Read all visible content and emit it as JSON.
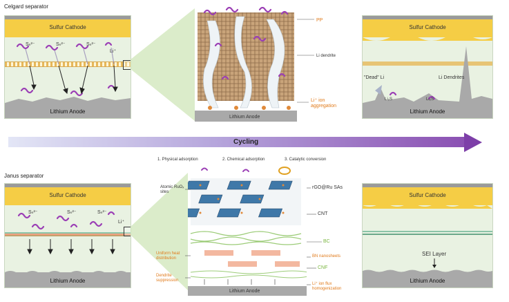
{
  "top": {
    "title": "Celgard separator",
    "left_panel": {
      "cathode": "Sulfur Cathode",
      "anode": "Lithium Anode",
      "li_ion": "Li⁺",
      "polysulfide": "Sₙ²⁻"
    },
    "zoom_labels": {
      "pp": "PP",
      "li_dendrite": "Li dendrite",
      "li_ion_aggregation": "Li⁺ ion aggregation",
      "anode": "Lithium Anode"
    },
    "right_panel": {
      "cathode": "Sulfur Cathode",
      "anode": "Lithium Anode",
      "dead_li": "\"Dead\" Li",
      "li_dendrites": "Li Dendrites",
      "li2s": "Li₂S"
    }
  },
  "cycling": "Cycling",
  "bottom": {
    "title": "Janus separator",
    "left_panel": {
      "cathode": "Sulfur Cathode",
      "anode": "Lithium Anode",
      "li_ion": "Li⁺",
      "polysulfide": "Sₙ²⁻"
    },
    "mechanisms": [
      "1. Physical adsorption",
      "2. Chemical adsorption",
      "3. Catalytic conversion"
    ],
    "zoom_labels": {
      "atomic_ru": "Atomic RuOₓ sites",
      "rgo_ru": "rGO@Ru SAs",
      "cnt": "CNT",
      "bc": "BC",
      "bn_nanosheets": "BN nanosheets",
      "cnf": "CNF",
      "uniform_heat": "Uniform heat distribution",
      "dendrite_suppression": "Dendrite suppression",
      "li_ion_flux": "Li⁺ ion flux homogenization",
      "anode": "Lithium Anode"
    },
    "right_panel": {
      "cathode": "Sulfur Cathode",
      "sei": "SEI Layer",
      "anode": "Lithium Anode"
    }
  },
  "colors": {
    "cathode": "#f5cd45",
    "anode": "#a9a9a9",
    "electrolyte": "#e9f2e2",
    "polysulfide": "#9b3fb5",
    "arrow_end": "#7d3fa8"
  }
}
